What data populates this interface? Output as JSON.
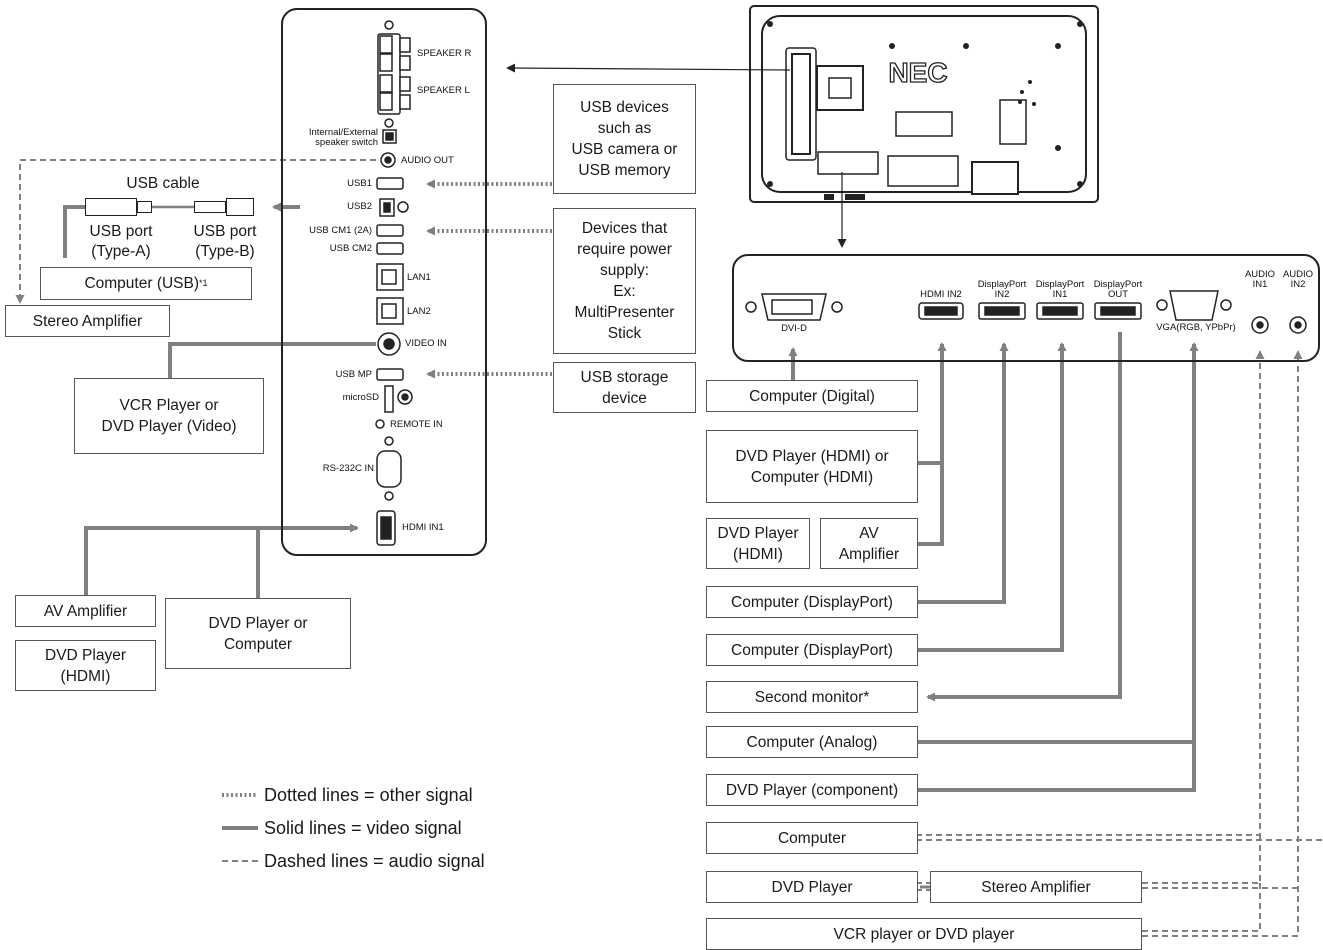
{
  "left_panel": {
    "ports": {
      "speaker_r": "SPEAKER R",
      "speaker_l": "SPEAKER L",
      "speaker_switch": "Internal/External\nspeaker switch",
      "audio_out": "AUDIO OUT",
      "usb1": "USB1",
      "usb2": "USB2",
      "usb_cm1": "USB CM1 (2A)",
      "usb_cm2": "USB CM2",
      "lan1": "LAN1",
      "lan2": "LAN2",
      "video_in": "VIDEO IN",
      "usb_mp": "USB MP",
      "microsd": "microSD",
      "remote_in": "REMOTE IN",
      "rs232c": "RS-232C IN",
      "hdmi_in1": "HDMI IN1"
    }
  },
  "usb_cable": {
    "title": "USB cable",
    "type_a": "USB port\n(Type-A)",
    "type_b": "USB port\n(Type-B)"
  },
  "left_devices": {
    "computer_usb": "Computer (USB)",
    "computer_usb_note": "*1",
    "stereo_amplifier": "Stereo Amplifier",
    "vcr_player": "VCR Player or\nDVD Player (Video)",
    "av_amplifier": "AV Amplifier",
    "dvd_player_hdmi": "DVD Player\n(HDMI)",
    "dvd_or_computer": "DVD Player or\nComputer"
  },
  "middle_devices": {
    "usb_devices": "USB devices\nsuch as\nUSB camera or\nUSB memory",
    "power_devices": "Devices that\nrequire power\nsupply:\nEx:\nMultiPresenter\nStick",
    "usb_storage": "USB storage\ndevice"
  },
  "monitor": {
    "brand": "NEC"
  },
  "right_panel": {
    "ports": {
      "dvi_d": "DVI-D",
      "hdmi_in2": "HDMI IN2",
      "dp_in2": "DisplayPort\nIN2",
      "dp_in1": "DisplayPort\nIN1",
      "dp_out": "DisplayPort\nOUT",
      "vga": "VGA(RGB, YPbPr)",
      "audio_in1": "AUDIO\nIN1",
      "audio_in2": "AUDIO\nIN2"
    }
  },
  "right_devices": {
    "computer_digital": "Computer (Digital)",
    "dvd_or_computer_hdmi": "DVD Player (HDMI) or\nComputer (HDMI)",
    "dvd_player_hdmi": "DVD Player\n(HDMI)",
    "av_amplifier": "AV\nAmplifier",
    "computer_dp_1": "Computer (DisplayPort)",
    "computer_dp_2": "Computer (DisplayPort)",
    "second_monitor": "Second monitor*",
    "computer_analog": "Computer (Analog)",
    "dvd_component": "DVD Player (component)",
    "computer": "Computer",
    "dvd_player": "DVD Player",
    "stereo_amplifier": "Stereo Amplifier",
    "vcr_or_dvd": "VCR player or DVD player"
  },
  "legend": {
    "dotted": "Dotted lines = other signal",
    "solid": "Solid lines = video signal",
    "dashed": "Dashed lines = audio signal"
  },
  "colors": {
    "line": "#808080",
    "outline": "#222222",
    "box_border": "#555555"
  }
}
